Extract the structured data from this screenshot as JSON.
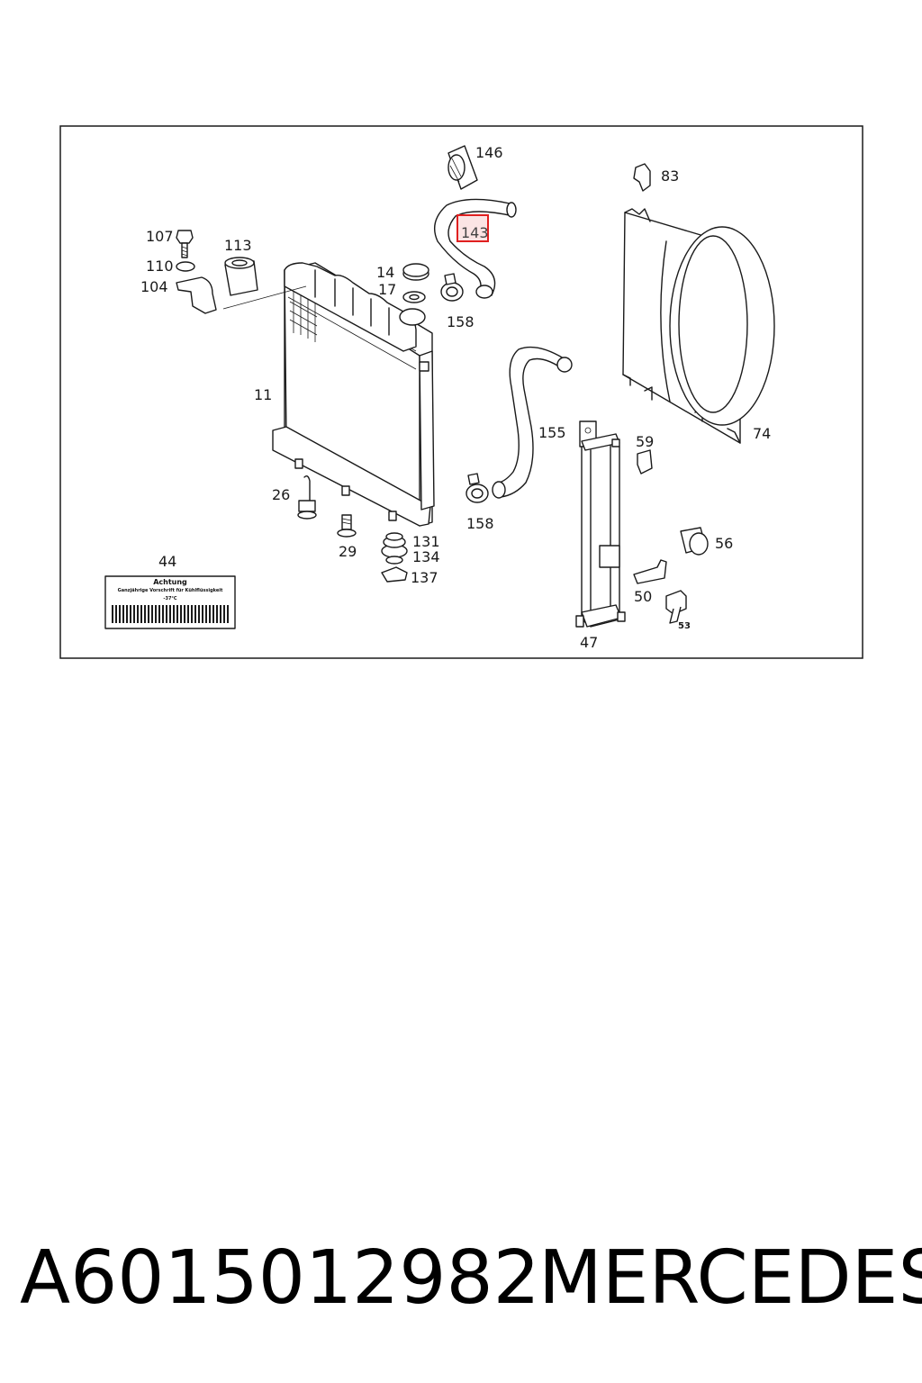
{
  "callouts": {
    "c146": "146",
    "c83": "83",
    "c143": "143",
    "c107": "107",
    "c113": "113",
    "c110": "110",
    "c104": "104",
    "c14": "14",
    "c17": "17",
    "c158a": "158",
    "c11": "11",
    "c155": "155",
    "c59": "59",
    "c74": "74",
    "c26": "26",
    "c158b": "158",
    "c131": "131",
    "c134": "134",
    "c137": "137",
    "c29": "29",
    "c56": "56",
    "c44": "44",
    "c50": "50",
    "c53": "53",
    "c47": "47"
  },
  "label_sticker": {
    "title": "Achtung",
    "line1": "Ganzjährige Vorschrift für Kühlflüssigkeit",
    "line2": "-37°C"
  },
  "highlight": {
    "part": "143",
    "color": "#e02020"
  },
  "footer": {
    "part_number": "A6015012982",
    "brand": "MERCEDES"
  }
}
